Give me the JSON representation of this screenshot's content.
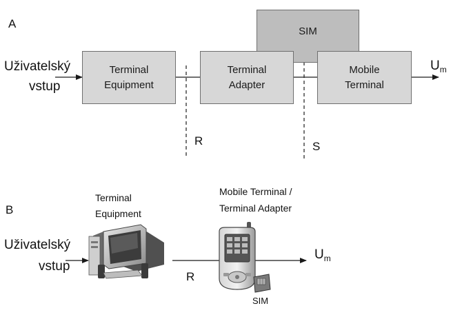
{
  "part_a": {
    "label": "A",
    "input_label_line1": "Uživatelský",
    "input_label_line2": "vstup",
    "boxes": {
      "terminal_equipment": [
        "Terminal",
        "Equipment"
      ],
      "terminal_adapter": [
        "Terminal",
        "Adapter"
      ],
      "mobile_terminal": [
        "Mobile",
        "Terminal"
      ],
      "sim": "SIM"
    },
    "ref_point_r": "R",
    "ref_point_s": "S",
    "output_main": "U",
    "output_sub": "m"
  },
  "part_b": {
    "label": "B",
    "input_label_line1": "Uživatelský",
    "input_label_line2": "vstup",
    "terminal_equipment_line1": "Terminal",
    "terminal_equipment_line2": "Equipment",
    "mobile_line1": "Mobile Terminal /",
    "mobile_line2": "Terminal Adapter",
    "ref_point_r": "R",
    "sim_label": "SIM",
    "output_main": "U",
    "output_sub": "m"
  },
  "colors": {
    "box_fill": "#d7d7d7",
    "sim_fill": "#bdbdbd",
    "box_border": "#6e6e6e",
    "line": "#1a1a1a"
  }
}
